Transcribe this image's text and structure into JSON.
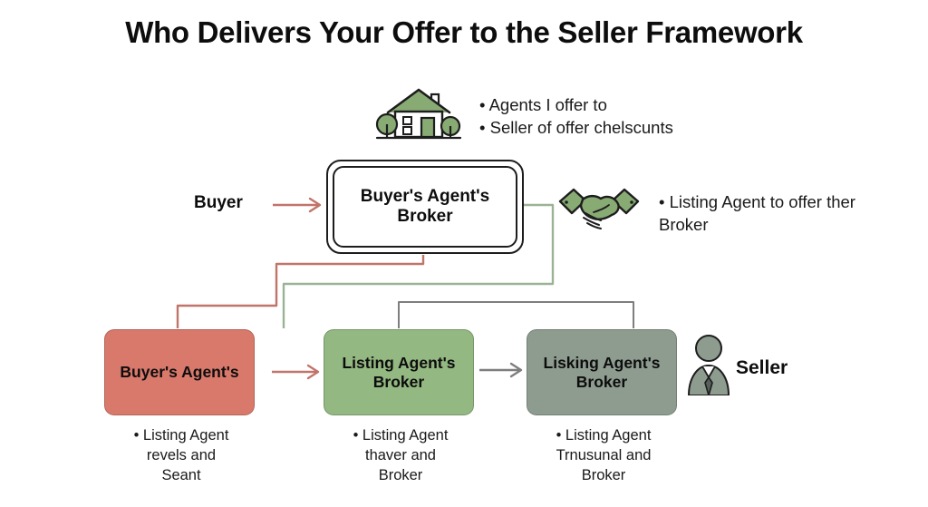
{
  "title": "Who Delivers Your Offer to the Seller Framework",
  "colors": {
    "red_box": "#d9796c",
    "green_box": "#93b881",
    "gray_box": "#8e9c90",
    "red_line": "#c0746a",
    "green_line": "#9bb395",
    "gray_line": "#7e7e7e",
    "icon_green": "#88ab74",
    "icon_gray": "#8e9c90",
    "text": "#0d0d0d"
  },
  "top_flow": {
    "source_label": "Buyer",
    "box_label": "Buyer's Agent's\nBroker",
    "arrow_name": "buyer-to-broker-arrow"
  },
  "seller": {
    "label": "Seller",
    "icon": "person-suit-icon"
  },
  "icons": {
    "house": "house-icon",
    "handshake": "handshake-icon"
  },
  "sidenotes": {
    "house": {
      "items": [
        "• Agents I offer to",
        "• Seller of offer chelscunts"
      ]
    },
    "handshake": {
      "items": [
        "• Listing Agent to offer ther Broker"
      ]
    }
  },
  "process_boxes": [
    {
      "label": "Buyer's Agent's",
      "color": "#d9796c",
      "note": "• Listing Agent\nrevels and\nSeant"
    },
    {
      "label": "Listing Agent's\nBroker",
      "color": "#93b881",
      "note": "• Listing Agent\nthaver and\nBroker"
    },
    {
      "label": "Lisking Agent's\nBroker",
      "color": "#8e9c90",
      "note": "• Listing Agent\nTrnusunal and\nBroker"
    }
  ]
}
